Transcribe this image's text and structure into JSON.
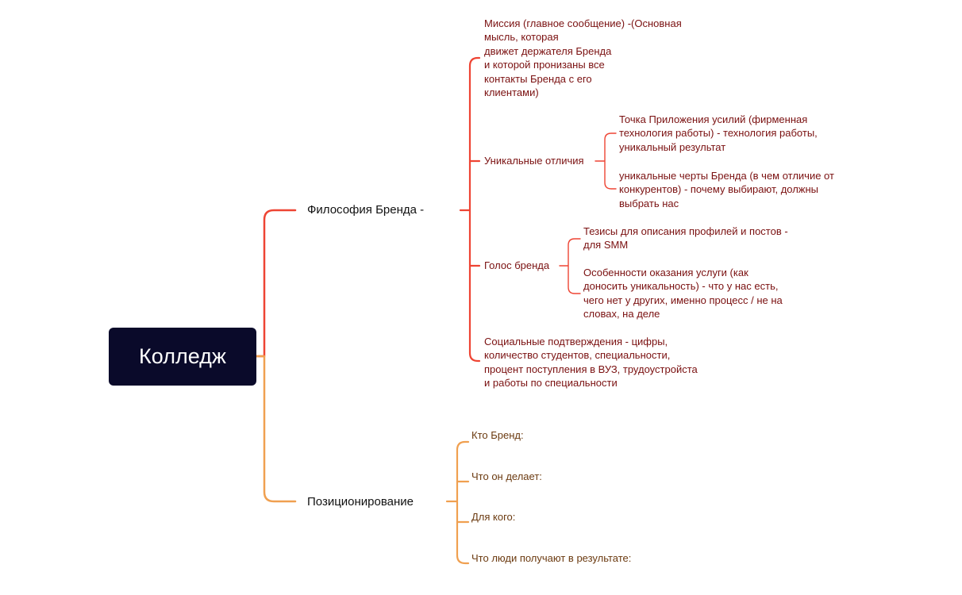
{
  "colors": {
    "root_bg": "#0a0a2a",
    "root_text": "#ffffff",
    "branch_red": "#ee4433",
    "branch_orange": "#f0a050",
    "text_red": "#7a1010",
    "text_brown": "#6b3a10",
    "text_dark": "#111111"
  },
  "root": {
    "label": "Колледж"
  },
  "philosophy": {
    "label": "Философия Бренда -",
    "mission": "Миссия (главное сообщение) -(Основная\nмысль, которая\nдвижет держателя Бренда\nи которой пронизаны все\nконтакты Бренда с его\nклиентами)",
    "unique": {
      "label": "Уникальные отличия",
      "point": "Точка Приложения усилий (фирменная\nтехнология работы) - технология работы,\nуникальный результат",
      "features": "уникальные черты Бренда (в чем отличие от\nконкурентов) - почему выбирают, должны\nвыбрать нас"
    },
    "voice": {
      "label": "Голос бренда",
      "theses": "Тезисы для описания профилей и постов -\nдля SMM",
      "features": "Особенности оказания услуги (как\nдоносить уникальность) - что у нас есть,\nчего нет у других, именно процесс / не на\nсловах, на деле"
    },
    "social": "Социальные подтверждения - цифры,\nколичество студентов, специальности,\nпроцент поступления в ВУЗ, трудоустройста\nи работы по специальности"
  },
  "positioning": {
    "label": "Позиционирование",
    "items": [
      "Кто Бренд:",
      "Что он делает:",
      "Для кого:",
      "Что люди получают в результате:"
    ]
  }
}
